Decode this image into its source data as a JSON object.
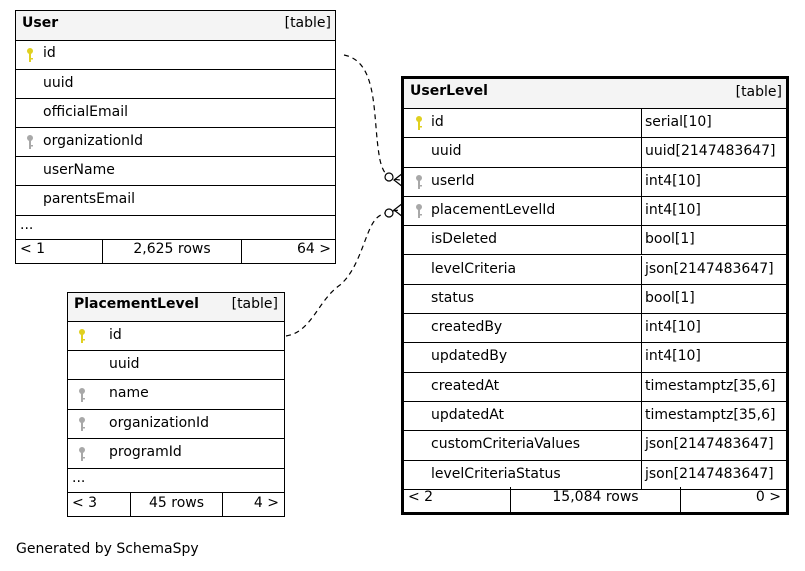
{
  "tables": {
    "user": {
      "name": "User",
      "type": "[table]",
      "columns": [
        {
          "name": "id",
          "key": "primary"
        },
        {
          "name": "uuid",
          "key": "none"
        },
        {
          "name": "officialEmail",
          "key": "none"
        },
        {
          "name": "organizationId",
          "key": "foreign"
        },
        {
          "name": "userName",
          "key": "none"
        },
        {
          "name": "parentsEmail",
          "key": "none"
        }
      ],
      "more": "...",
      "footer": {
        "parents": "< 1",
        "rows": "2,625 rows",
        "children": "64 >"
      }
    },
    "placement_level": {
      "name": "PlacementLevel",
      "type": "[table]",
      "columns": [
        {
          "name": "id",
          "key": "primary"
        },
        {
          "name": "uuid",
          "key": "none"
        },
        {
          "name": "name",
          "key": "foreign"
        },
        {
          "name": "organizationId",
          "key": "foreign"
        },
        {
          "name": "programId",
          "key": "foreign"
        }
      ],
      "more": "...",
      "footer": {
        "parents": "< 3",
        "rows": "45 rows",
        "children": "4 >"
      }
    },
    "user_level": {
      "name": "UserLevel",
      "type": "[table]",
      "columns": [
        {
          "name": "id",
          "type": "serial[10]",
          "key": "primary"
        },
        {
          "name": "uuid",
          "type": "uuid[2147483647]",
          "key": "none"
        },
        {
          "name": "userId",
          "type": "int4[10]",
          "key": "foreign"
        },
        {
          "name": "placementLevelId",
          "type": "int4[10]",
          "key": "foreign"
        },
        {
          "name": "isDeleted",
          "type": "bool[1]",
          "key": "none"
        },
        {
          "name": "levelCriteria",
          "type": "json[2147483647]",
          "key": "none"
        },
        {
          "name": "status",
          "type": "bool[1]",
          "key": "none"
        },
        {
          "name": "createdBy",
          "type": "int4[10]",
          "key": "none"
        },
        {
          "name": "updatedBy",
          "type": "int4[10]",
          "key": "none"
        },
        {
          "name": "createdAt",
          "type": "timestamptz[35,6]",
          "key": "none"
        },
        {
          "name": "updatedAt",
          "type": "timestamptz[35,6]",
          "key": "none"
        },
        {
          "name": "customCriteriaValues",
          "type": "json[2147483647]",
          "key": "none"
        },
        {
          "name": "levelCriteriaStatus",
          "type": "json[2147483647]",
          "key": "none"
        }
      ],
      "footer": {
        "parents": "< 2",
        "rows": "15,084 rows",
        "children": "0 >"
      }
    }
  },
  "relationships": [
    {
      "from": "User.id",
      "to": "UserLevel.userId"
    },
    {
      "from": "PlacementLevel.id",
      "to": "UserLevel.placementLevelId"
    }
  ],
  "colors": {
    "primary_key": "#e0d020",
    "foreign_key": "#a8a8a8",
    "header_bg": "#f4f4f4"
  },
  "generated_by": "Generated by SchemaSpy"
}
